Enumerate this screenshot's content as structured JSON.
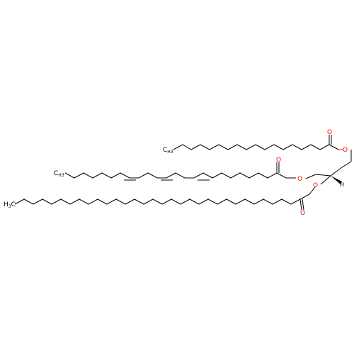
{
  "molecule": {
    "labels": {
      "ch3_top": "CH3",
      "ch3_mid": "CH3",
      "ch3_low": "H3C",
      "o_ester_top": "O",
      "o_carbonyl_top": "O",
      "o_ester_mid": "O",
      "o_carbonyl_mid": "O",
      "o_ester_low": "O",
      "o_carbonyl_low": "O",
      "h_stereo": "H"
    },
    "colors": {
      "bond": "#000000",
      "oxygen": "#ff0000"
    }
  }
}
